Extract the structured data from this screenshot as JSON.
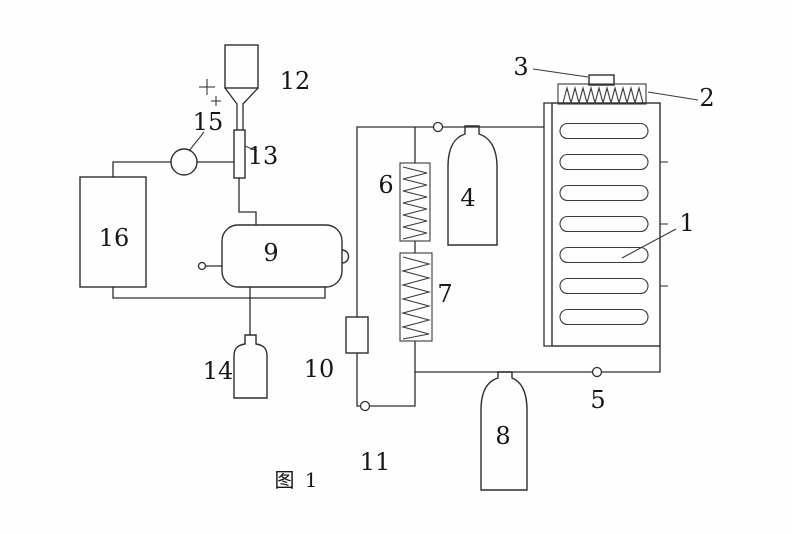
{
  "figure": {
    "caption": "图 1",
    "labels": [
      "1",
      "2",
      "3",
      "4",
      "5",
      "6",
      "7",
      "8",
      "9",
      "10",
      "11",
      "12",
      "13",
      "14",
      "15",
      "16"
    ]
  }
}
